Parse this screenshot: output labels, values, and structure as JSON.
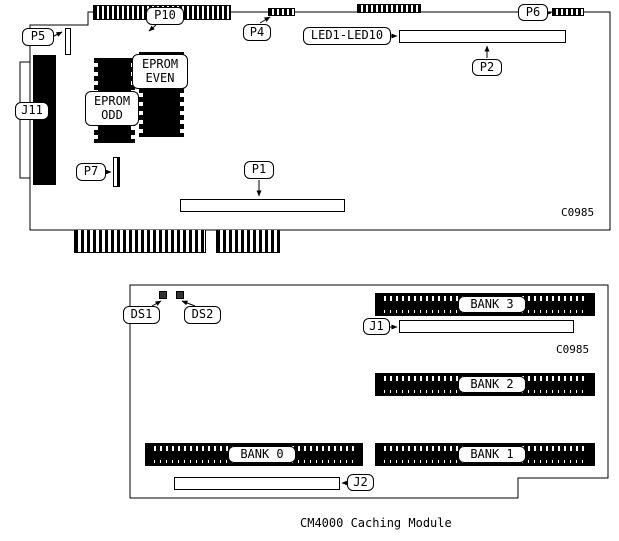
{
  "diagram": {
    "caption": "CM4000 Caching Module",
    "top_board": {
      "p5": "P5",
      "p10": "P10",
      "p4": "P4",
      "led_array": "LED1-LED10",
      "p6": "P6",
      "p2": "P2",
      "j11": "J11",
      "eprom_even": "EPROM EVEN",
      "eprom_odd": "EPROM ODD",
      "p7": "P7",
      "p1": "P1",
      "code": "C0985"
    },
    "bottom_board": {
      "ds1": "DS1",
      "ds2": "DS2",
      "j1": "J1",
      "j2": "J2",
      "bank0": "BANK 0",
      "bank1": "BANK 1",
      "bank2": "BANK 2",
      "bank3": "BANK 3",
      "code": "C0985"
    },
    "colors": {
      "ink": "#000000",
      "background": "#ffffff"
    }
  }
}
